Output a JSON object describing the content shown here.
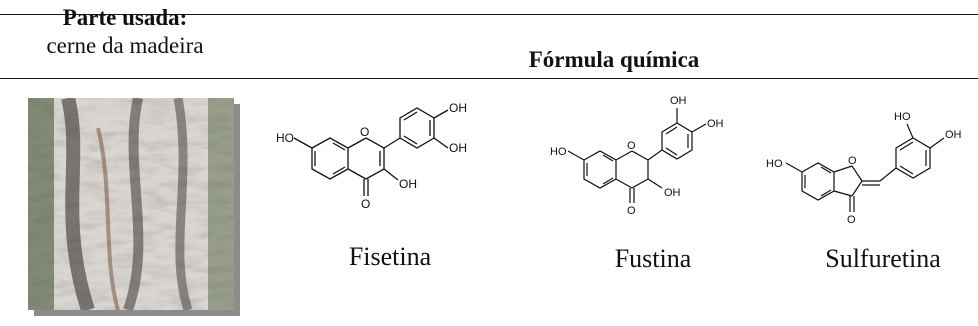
{
  "header": {
    "part_label": "Parte usada:",
    "part_value": "cerne da madeira",
    "formula_title": "Fórmula química"
  },
  "image": {
    "icon": "tree-bark-photo"
  },
  "compounds": [
    {
      "name": "Fisetina",
      "labels": [
        "HO",
        "O",
        "OH",
        "OH",
        "OH",
        "O"
      ]
    },
    {
      "name": "Fustina",
      "labels": [
        "HO",
        "O",
        "OH",
        "OH",
        "OH",
        "O"
      ]
    },
    {
      "name": "Sulfuretina",
      "labels": [
        "HO",
        "O",
        "O",
        "HO",
        "OH"
      ]
    }
  ]
}
